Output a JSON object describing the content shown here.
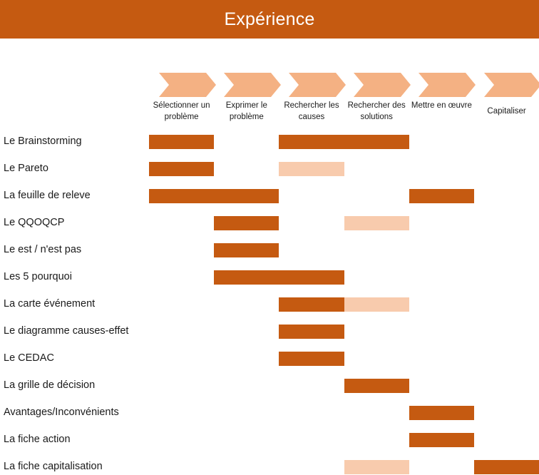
{
  "title": "Expérience",
  "colors": {
    "header": "#c55a11",
    "chevron": "#f4b183",
    "strong": "#c55a11",
    "light": "#f8cbad"
  },
  "steps": [
    {
      "label": "Sélectionner un problème"
    },
    {
      "label": "Exprimer le problème"
    },
    {
      "label": "Rechercher les causes"
    },
    {
      "label": "Rechercher des solutions"
    },
    {
      "label": "Mettre en œuvre"
    },
    {
      "label": "Capitaliser"
    }
  ],
  "tools": [
    {
      "label": "Le Brainstorming",
      "bars": [
        {
          "from": 0,
          "to": 1,
          "level": "strong"
        },
        {
          "from": 2,
          "to": 4,
          "level": "strong"
        }
      ]
    },
    {
      "label": "Le Pareto",
      "bars": [
        {
          "from": 0,
          "to": 1,
          "level": "strong"
        },
        {
          "from": 2,
          "to": 3,
          "level": "light"
        }
      ]
    },
    {
      "label": "La feuille de releve",
      "bars": [
        {
          "from": 0,
          "to": 2,
          "level": "strong"
        },
        {
          "from": 4,
          "to": 5,
          "level": "strong"
        }
      ]
    },
    {
      "label": "Le QQOQCP",
      "bars": [
        {
          "from": 1,
          "to": 2,
          "level": "strong"
        },
        {
          "from": 3,
          "to": 4,
          "level": "light"
        }
      ]
    },
    {
      "label": "Le est / n'est pas",
      "bars": [
        {
          "from": 1,
          "to": 2,
          "level": "strong"
        }
      ]
    },
    {
      "label": "Les 5 pourquoi",
      "bars": [
        {
          "from": 1,
          "to": 3,
          "level": "strong"
        }
      ]
    },
    {
      "label": "La carte  événement",
      "bars": [
        {
          "from": 2,
          "to": 3,
          "level": "strong"
        },
        {
          "from": 3,
          "to": 4,
          "level": "light"
        }
      ]
    },
    {
      "label": "Le diagramme causes-effet",
      "bars": [
        {
          "from": 2,
          "to": 3,
          "level": "strong"
        }
      ]
    },
    {
      "label": "Le CEDAC",
      "bars": [
        {
          "from": 2,
          "to": 3,
          "level": "strong"
        }
      ]
    },
    {
      "label": "La grille de décision",
      "bars": [
        {
          "from": 3,
          "to": 4,
          "level": "strong"
        }
      ]
    },
    {
      "label": "Avantages/Inconvénients",
      "bars": [
        {
          "from": 4,
          "to": 5,
          "level": "strong"
        }
      ]
    },
    {
      "label": "La fiche action",
      "bars": [
        {
          "from": 4,
          "to": 5,
          "level": "strong"
        }
      ]
    },
    {
      "label": "La fiche capitalisation",
      "bars": [
        {
          "from": 3,
          "to": 4,
          "level": "light"
        },
        {
          "from": 5,
          "to": 6,
          "level": "strong"
        }
      ]
    }
  ]
}
